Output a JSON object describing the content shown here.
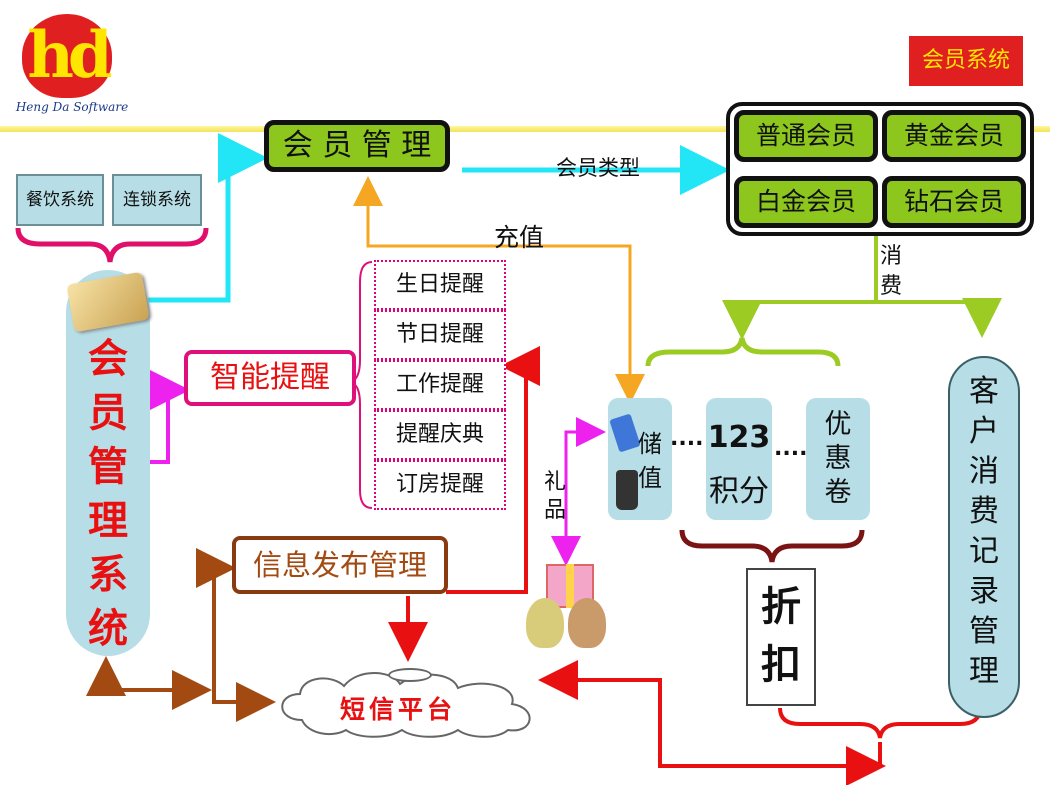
{
  "logo": {
    "mark": "hd",
    "tagline": "Heng Da Software"
  },
  "badge": "会员系统",
  "member_mgmt": "会 员 管 理",
  "member_types_label": "会员类型",
  "member_types": [
    "普通会员",
    "黄金会员",
    "白金会员",
    "钻石会员"
  ],
  "consume_label": [
    "消",
    "费"
  ],
  "topup_label": "充值",
  "source_systems": [
    "餐饮系统",
    "连锁系统"
  ],
  "main_system": [
    "会",
    "员",
    "管",
    "理",
    "系",
    "统"
  ],
  "smart_reminder": "智能提醒",
  "reminders": [
    "生日提醒",
    "节日提醒",
    "工作提醒",
    "提醒庆典",
    "订房提醒"
  ],
  "gift_label": [
    "礼",
    "品"
  ],
  "stored_value": [
    "储",
    "值"
  ],
  "points": {
    "number": "123",
    "label": "积分"
  },
  "coupon": [
    "优",
    "惠",
    "卷"
  ],
  "dots": "....",
  "discount": [
    "折",
    "扣"
  ],
  "customer_records": [
    "客",
    "户",
    "消",
    "费",
    "记",
    "录",
    "管",
    "理"
  ],
  "info_publish": "信息发布管理",
  "sms_platform": "短信平台"
}
